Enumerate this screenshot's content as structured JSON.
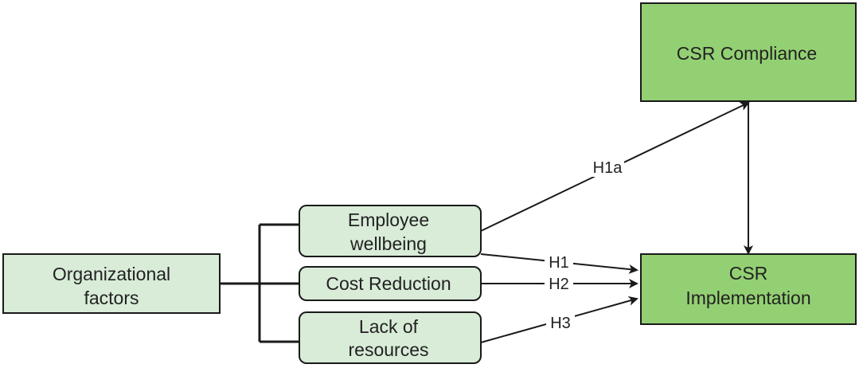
{
  "colors": {
    "light_fill": "#d8ecd8",
    "dark_fill": "#93d073",
    "stroke": "#1a1a1a"
  },
  "nodes": {
    "organizational_factors": {
      "line1": "Organizational",
      "line2": "factors"
    },
    "employee_wellbeing": {
      "line1": "Employee",
      "line2": "wellbeing"
    },
    "cost_reduction": {
      "label": "Cost Reduction"
    },
    "lack_of_resources": {
      "line1": "Lack of",
      "line2": "resources"
    },
    "csr_compliance": {
      "label": "CSR Compliance"
    },
    "csr_implementation": {
      "line1": "CSR",
      "line2": "Implementation"
    }
  },
  "edges": {
    "h1a": "H1a",
    "h1": "H1",
    "h2": "H2",
    "h3": "H3"
  }
}
